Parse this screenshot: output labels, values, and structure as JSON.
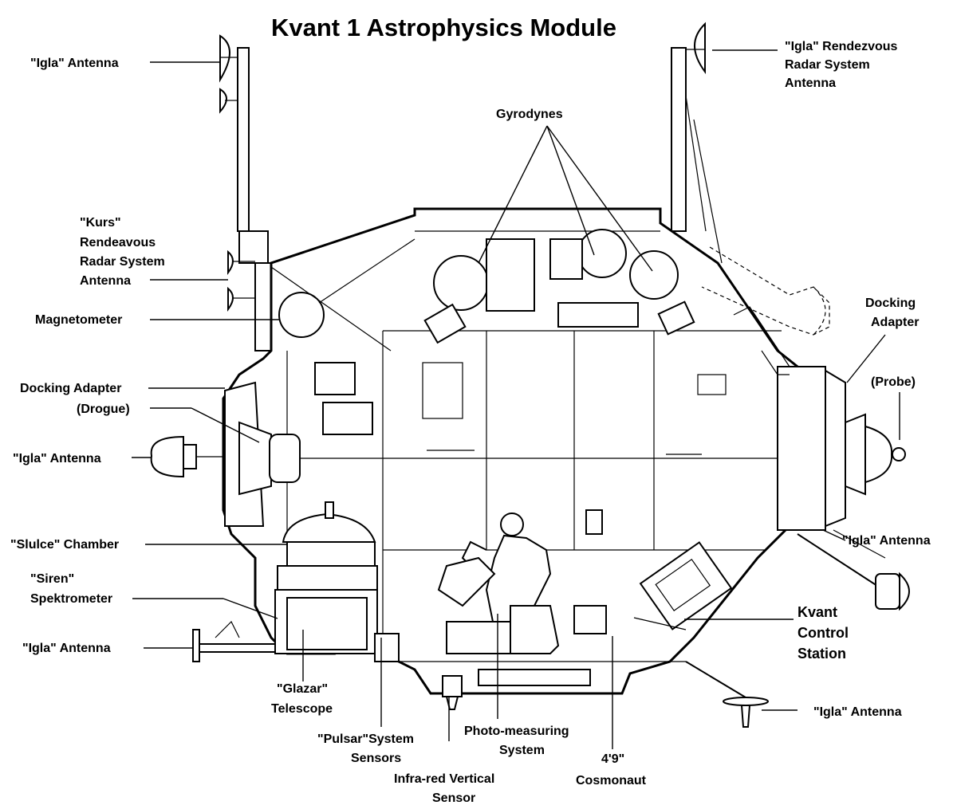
{
  "title": "Kvant 1 Astrophysics Module",
  "labels": {
    "igla_antenna_top_left": "\"Igla\" Antenna",
    "igla_rendezvous_1": "\"Igla\" Rendezvous",
    "igla_rendezvous_2": "Radar System",
    "igla_rendezvous_3": "Antenna",
    "gyrodynes": "Gyrodynes",
    "kurs_1": "\"Kurs\"",
    "kurs_2": "Rendeavous",
    "kurs_3": "Radar System",
    "kurs_4": "Antenna",
    "magnetometer": "Magnetometer",
    "docking_adapter_left": "Docking Adapter",
    "drogue": "(Drogue)",
    "docking_adapter_right_1": "Docking",
    "docking_adapter_right_2": "Adapter",
    "probe": "(Probe)",
    "igla_antenna_mid_left": "\"Igla\" Antenna",
    "slulce_chamber": "\"Slulce\" Chamber",
    "siren_1": "\"Siren\"",
    "siren_2": "Spektrometer",
    "igla_antenna_low_left": "\"Igla\" Antenna",
    "igla_antenna_right": "\"Igla\" Antenna",
    "kvant_control_1": "Kvant",
    "kvant_control_2": "Control",
    "kvant_control_3": "Station",
    "igla_antenna_bottom_right": "\"Igla\" Antenna",
    "glazar_1": "\"Glazar\"",
    "glazar_2": "Telescope",
    "pulsar_1": "\"Pulsar\"System",
    "pulsar_2": "Sensors",
    "infrared_1": "Infra-red Vertical",
    "infrared_2": "Sensor",
    "photo_1": "Photo-measuring",
    "photo_2": "System",
    "cosmonaut_1": "4'9\"",
    "cosmonaut_2": "Cosmonaut"
  }
}
